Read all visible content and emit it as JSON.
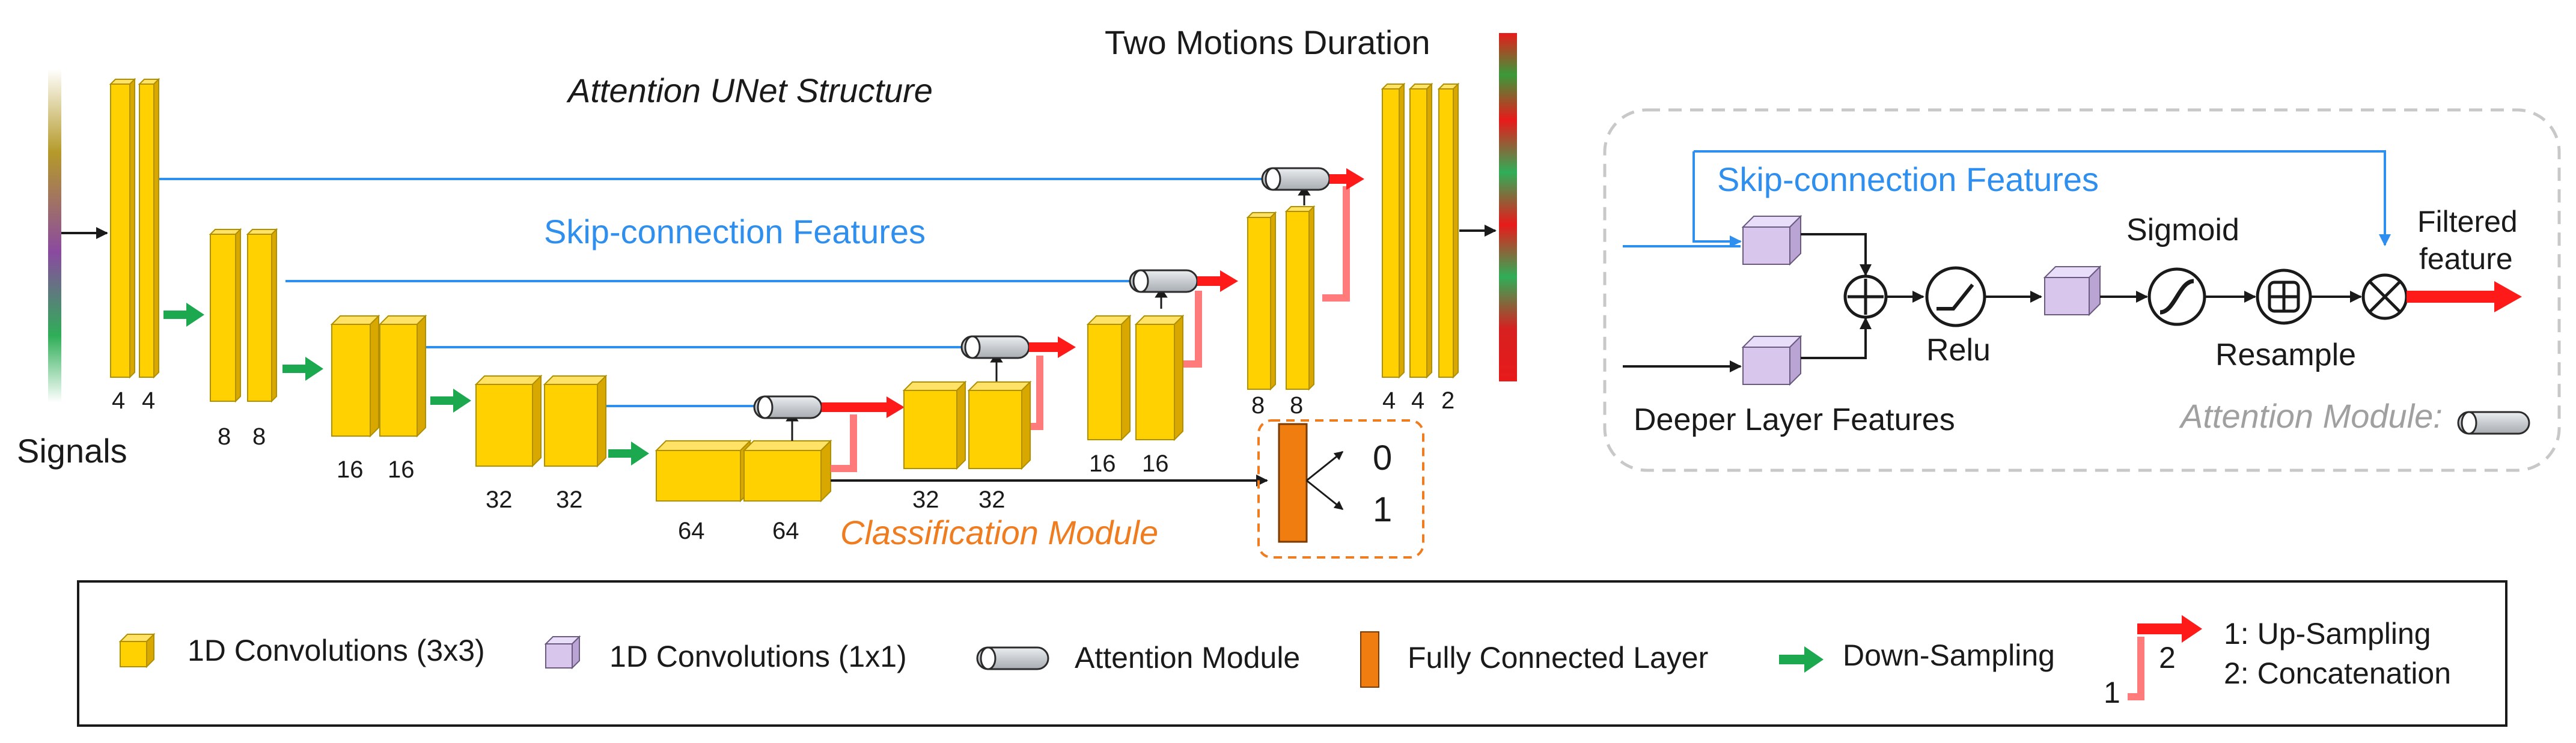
{
  "title": "Attention UNet Structure",
  "signals_label": "Signals",
  "output_label": "Two Motions Duration",
  "skip_label": "Skip-connection Features",
  "classification_label": "Classification Module",
  "class_outputs": [
    "0",
    "1"
  ],
  "encoder_channels": [
    "4",
    "4",
    "8",
    "8",
    "16",
    "16",
    "32",
    "32",
    "64",
    "64"
  ],
  "decoder_channels": [
    "32",
    "32",
    "16",
    "16",
    "8",
    "8",
    "4",
    "4",
    "2"
  ],
  "attention_panel": {
    "skip_label": "Skip-connection Features",
    "deeper_label": "Deeper Layer Features",
    "relu_label": "Relu",
    "sigmoid_label": "Sigmoid",
    "resample_label": "Resample",
    "filtered_label_1": "Filtered",
    "filtered_label_2": "feature",
    "module_label": "Attention Module:"
  },
  "legend": {
    "conv3": "1D Convolutions (3x3)",
    "conv1": "1D Convolutions (1x1)",
    "attention": "Attention Module",
    "fc": "Fully Connected Layer",
    "down": "Down-Sampling",
    "up_num_1": "1",
    "up_num_2": "2",
    "up_1": "1: Up-Sampling",
    "up_2": "2: Concatenation"
  },
  "colors": {
    "conv3": "#ffd100",
    "conv1": "#d9c6ec",
    "attention": "#cfd2d6",
    "fc": "#f07d10",
    "down": "#1ca84f",
    "up": "#ff1a1a",
    "concat": "#ff7a7a",
    "skip": "#2f8fef"
  }
}
